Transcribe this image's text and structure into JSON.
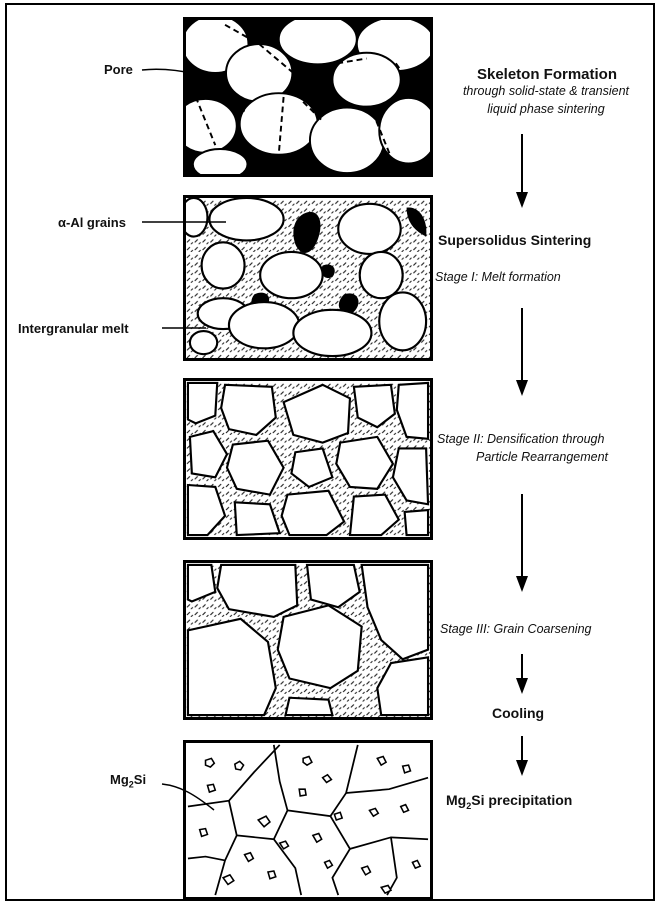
{
  "labels": {
    "pore": "Pore",
    "al_grains": "α-Al grains",
    "intergranular_melt": "Intergranular melt",
    "mg2si_pre": "Mg",
    "mg2si_sub": "2",
    "mg2si_post": "Si"
  },
  "steps": {
    "skeleton_title": "Skeleton Formation",
    "skeleton_line1": "through solid-state & transient",
    "skeleton_line2": "liquid phase sintering",
    "supersolidus_title": "Supersolidus Sintering",
    "stage1": "Stage I: Melt formation",
    "stage2_line1": "Stage II: Densification through",
    "stage2_line2": "Particle Rearrangement",
    "stage3": "Stage III: Grain Coarsening",
    "cooling": "Cooling",
    "precip_pre": "Mg",
    "precip_sub": "2",
    "precip_post": "Si precipitation"
  },
  "colors": {
    "ink": "#000000",
    "grain": "#ffffff",
    "melt_hatch": "#222222"
  }
}
